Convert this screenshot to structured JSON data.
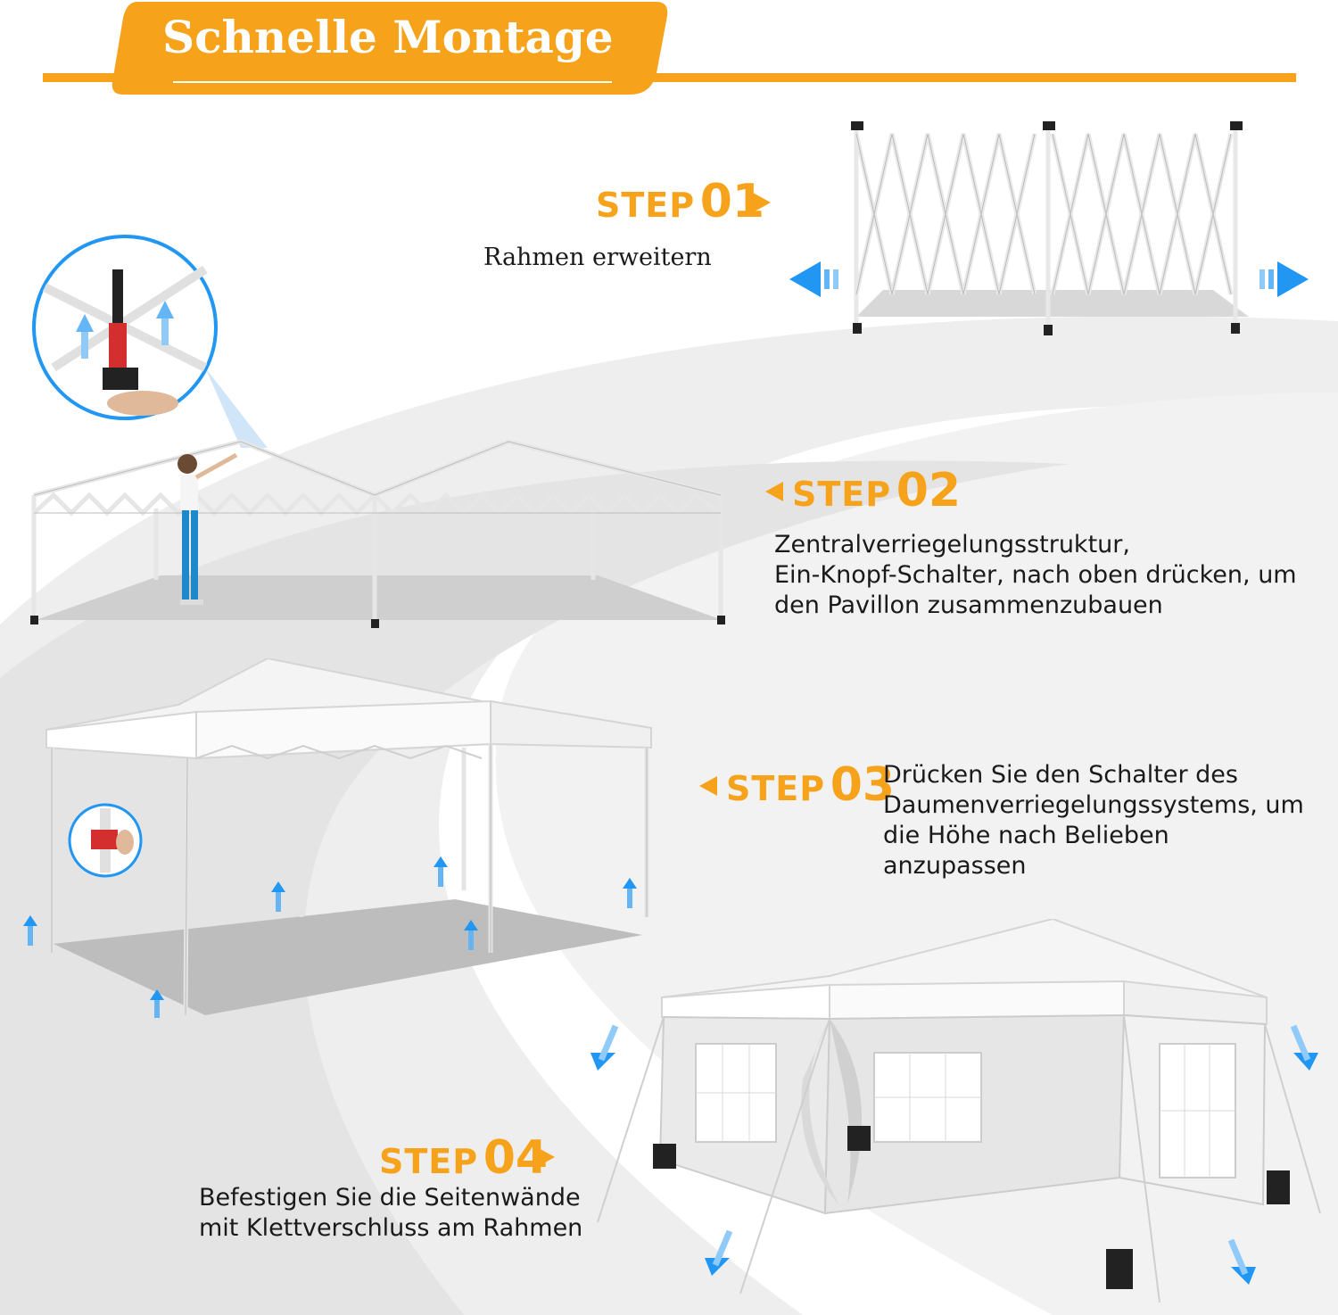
{
  "header": {
    "title": "Schnelle Montage"
  },
  "steps": [
    {
      "word": "STEP",
      "number": "01",
      "lines": [
        "Rahmen erweitern"
      ]
    },
    {
      "word": "STEP",
      "number": "02",
      "lines": [
        "Zentralverriegelungsstruktur,",
        "Ein-Knopf-Schalter, nach oben drücken, um",
        "den Pavillon zusammenzubauen"
      ]
    },
    {
      "word": "STEP",
      "number": "03",
      "lines": [
        "Drücken Sie den Schalter des",
        "Daumenverriegelungssystems, um",
        "die Höhe nach Belieben",
        "anzupassen"
      ]
    },
    {
      "word": "STEP",
      "number": "04",
      "lines": [
        "Befestigen Sie die Seitenwände",
        "mit Klettverschluss am Rahmen"
      ]
    }
  ],
  "colors": {
    "accent": "#f7a21b",
    "arrow": "#2196f3",
    "text": "#1a1a1a"
  }
}
